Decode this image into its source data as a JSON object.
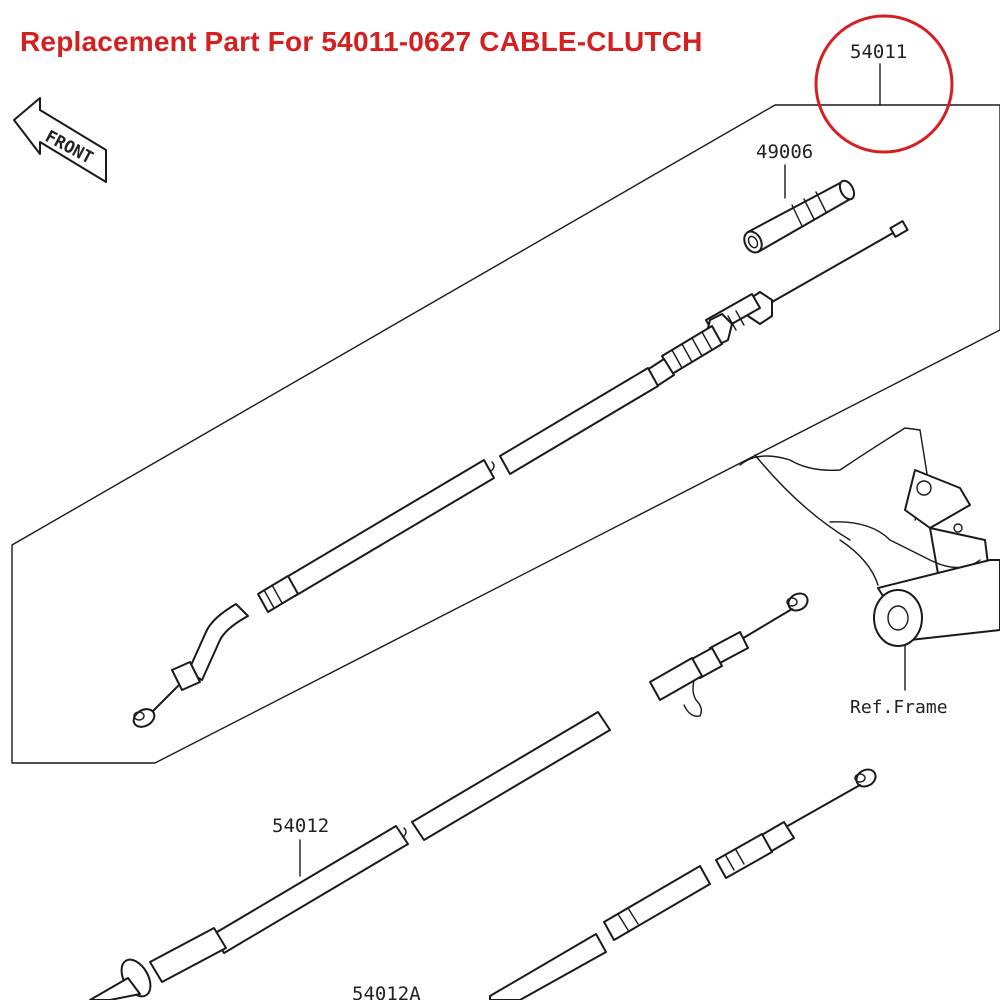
{
  "header": {
    "title": "Replacement Part For 54011-0627 CABLE-CLUTCH"
  },
  "callouts": {
    "main_cable": "54011",
    "boot": "49006",
    "cable_b": "54012",
    "cable_c": "54012A",
    "frame_ref": "Ref.Frame"
  },
  "front_arrow": {
    "label": "FRONT"
  },
  "colors": {
    "highlight": "#d42020",
    "ink": "#1a1a1a"
  }
}
